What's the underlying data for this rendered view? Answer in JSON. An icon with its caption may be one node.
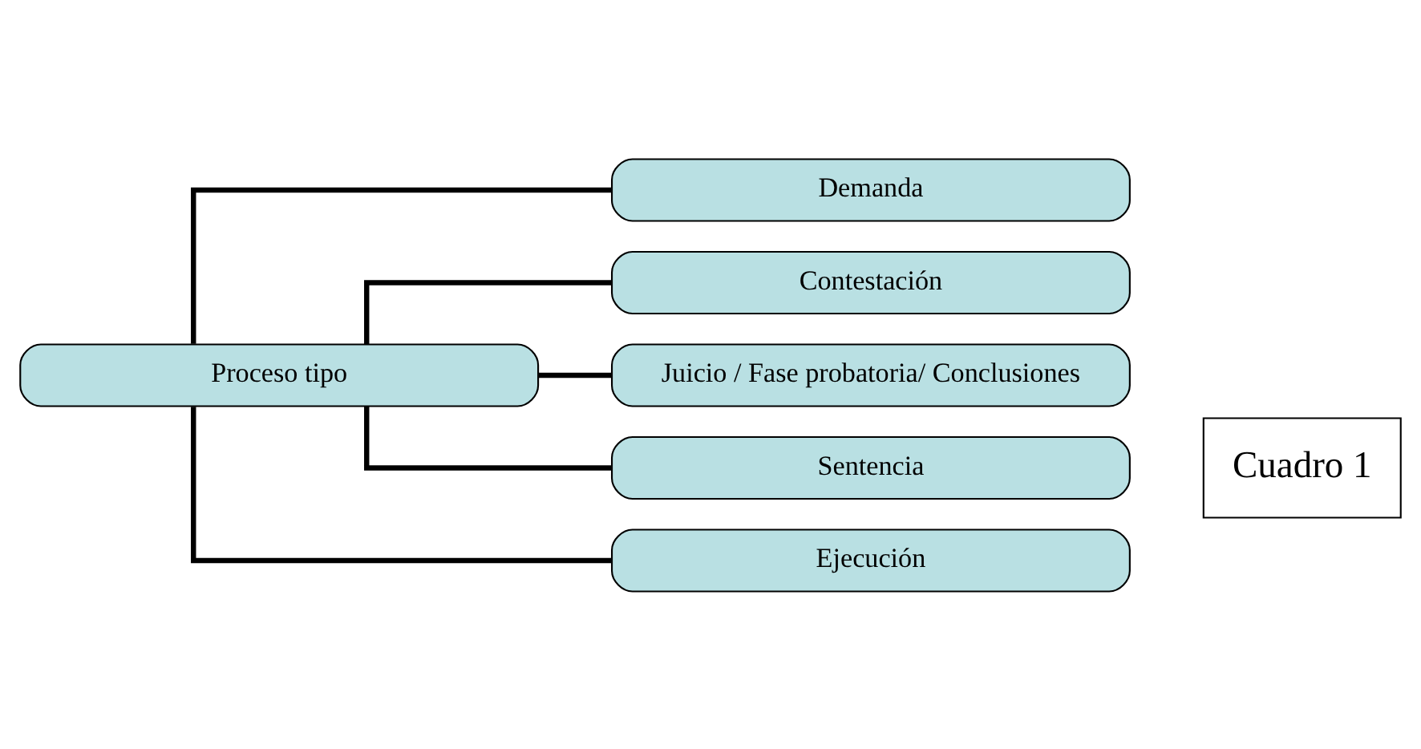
{
  "diagram": {
    "nodes": [
      {
        "text": [
          "Proceso tipo"
        ]
      },
      {
        "text": [
          "Demanda"
        ]
      },
      {
        "text": [
          "Contestación"
        ]
      },
      {
        "text": [
          "Juicio / Fase probatoria/ Conclusiones"
        ]
      },
      {
        "text": [
          "Sentencia"
        ]
      },
      {
        "text": [
          "Ejecución"
        ]
      },
      {
        "text": [
          "Cuadro 1"
        ]
      }
    ],
    "edges": [
      {
        "from": 0,
        "to": 1,
        "arrow": "none"
      },
      {
        "from": 0,
        "to": 2,
        "arrow": "none"
      },
      {
        "from": 0,
        "to": 3,
        "arrow": "none"
      },
      {
        "from": 0,
        "to": 4,
        "arrow": "none"
      },
      {
        "from": 0,
        "to": 5,
        "arrow": "none"
      }
    ]
  }
}
